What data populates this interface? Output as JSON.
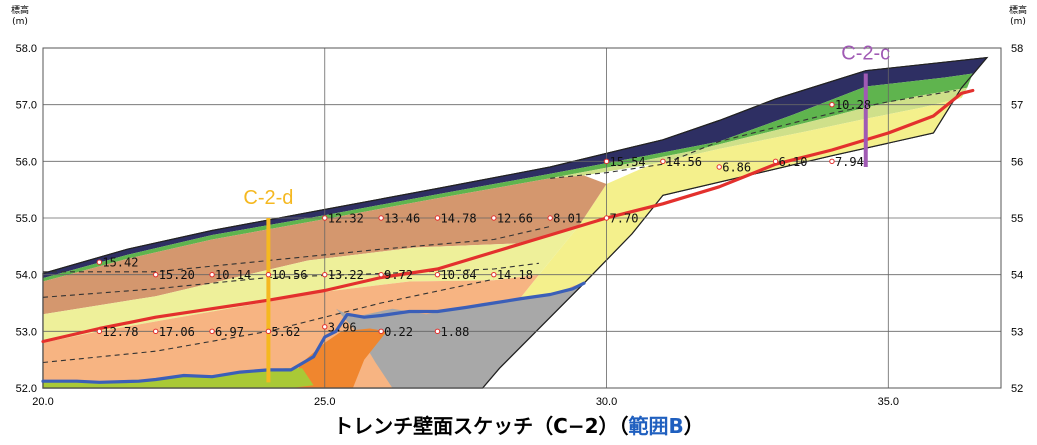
{
  "axis": {
    "y_title_left": "標高",
    "y_unit_left": "(m)",
    "y_title_right": "標高",
    "y_unit_right": "(m)",
    "x_min": 20.0,
    "x_max": 37.0,
    "y_min": 52.0,
    "y_max": 58.0,
    "x_ticks": [
      "20.0",
      "25.0",
      "30.0",
      "35.0"
    ],
    "x_tick_values": [
      20,
      25,
      30,
      35
    ],
    "y_ticks_left": [
      "58.0",
      "57.0",
      "56.0",
      "55.0",
      "54.0",
      "53.0",
      "52.0"
    ],
    "y_ticks_right": [
      "58",
      "57",
      "56",
      "55",
      "54",
      "53",
      "52"
    ],
    "y_tick_values": [
      58,
      57,
      56,
      55,
      54,
      53,
      52
    ]
  },
  "columns": [
    {
      "label": "C-2-d",
      "x": 24.0,
      "y_top": 55.0,
      "y_bottom": 52.1,
      "color": "#f5b820"
    },
    {
      "label": "C-2-c",
      "x": 34.6,
      "y_top": 57.55,
      "y_bottom": 55.9,
      "color": "#a05ab4"
    }
  ],
  "points": [
    {
      "x": 21.0,
      "y": 54.22,
      "label": "15.42"
    },
    {
      "x": 22.0,
      "y": 54.0,
      "label": "15.20"
    },
    {
      "x": 23.0,
      "y": 54.0,
      "label": "10.14"
    },
    {
      "x": 24.0,
      "y": 54.0,
      "label": "10.56"
    },
    {
      "x": 25.0,
      "y": 54.0,
      "label": "13.22"
    },
    {
      "x": 26.0,
      "y": 54.0,
      "label": "9.72"
    },
    {
      "x": 27.0,
      "y": 54.0,
      "label": "10.84"
    },
    {
      "x": 28.0,
      "y": 54.0,
      "label": "14.18"
    },
    {
      "x": 25.0,
      "y": 55.0,
      "label": "12.32"
    },
    {
      "x": 26.0,
      "y": 55.0,
      "label": "13.46"
    },
    {
      "x": 27.0,
      "y": 55.0,
      "label": "14.78"
    },
    {
      "x": 28.0,
      "y": 55.0,
      "label": "12.66"
    },
    {
      "x": 29.0,
      "y": 55.0,
      "label": "8.01"
    },
    {
      "x": 30.0,
      "y": 55.0,
      "label": "7.70"
    },
    {
      "x": 30.0,
      "y": 56.0,
      "label": "15.54"
    },
    {
      "x": 31.0,
      "y": 56.0,
      "label": "14.56"
    },
    {
      "x": 32.0,
      "y": 55.9,
      "label": "6.86"
    },
    {
      "x": 33.0,
      "y": 56.0,
      "label": "6.10"
    },
    {
      "x": 34.0,
      "y": 56.0,
      "label": "7.94"
    },
    {
      "x": 34.0,
      "y": 57.0,
      "label": "10.28"
    },
    {
      "x": 21.0,
      "y": 53.0,
      "label": "12.78"
    },
    {
      "x": 22.0,
      "y": 53.0,
      "label": "17.06"
    },
    {
      "x": 23.0,
      "y": 53.0,
      "label": "6.97"
    },
    {
      "x": 24.0,
      "y": 53.0,
      "label": "5.62"
    },
    {
      "x": 25.0,
      "y": 53.08,
      "label": "3.96"
    },
    {
      "x": 26.0,
      "y": 53.0,
      "label": "0.22"
    },
    {
      "x": 27.0,
      "y": 53.0,
      "label": "1.88"
    }
  ],
  "layers": [
    {
      "name": "ground-outline",
      "color": "#ffffff",
      "poly": [
        [
          20,
          52
        ],
        [
          20,
          54.02
        ],
        [
          21.5,
          54.45
        ],
        [
          23,
          54.78
        ],
        [
          25,
          55.15
        ],
        [
          27,
          55.52
        ],
        [
          29,
          55.9
        ],
        [
          31,
          56.38
        ],
        [
          32,
          56.72
        ],
        [
          33,
          57.1
        ],
        [
          34.6,
          57.6
        ],
        [
          36.0,
          57.75
        ],
        [
          36.75,
          57.83
        ],
        [
          36.3,
          57.3
        ],
        [
          35.8,
          56.5
        ],
        [
          34.0,
          56.1
        ],
        [
          31.0,
          55.4
        ],
        [
          30.45,
          54.72
        ],
        [
          29.6,
          53.85
        ],
        [
          28.1,
          52.35
        ],
        [
          27.8,
          52.0
        ]
      ]
    },
    {
      "name": "dark-navy-topsoil",
      "color": "#2e2f63",
      "poly": [
        [
          20,
          54.02
        ],
        [
          21.5,
          54.45
        ],
        [
          23,
          54.78
        ],
        [
          25,
          55.15
        ],
        [
          27,
          55.52
        ],
        [
          29,
          55.9
        ],
        [
          31,
          56.38
        ],
        [
          32,
          56.72
        ],
        [
          33,
          57.1
        ],
        [
          34.6,
          57.6
        ],
        [
          36.0,
          57.75
        ],
        [
          36.75,
          57.83
        ],
        [
          36.5,
          57.55
        ],
        [
          36.0,
          57.48
        ],
        [
          34.6,
          57.32
        ],
        [
          33.3,
          56.82
        ],
        [
          32.0,
          56.35
        ],
        [
          30.7,
          56.1
        ],
        [
          29.0,
          55.78
        ],
        [
          27.0,
          55.42
        ],
        [
          25.0,
          55.05
        ],
        [
          23.0,
          54.7
        ],
        [
          21.5,
          54.35
        ],
        [
          20,
          53.94
        ]
      ]
    },
    {
      "name": "green-layer",
      "color": "#5fb44e",
      "poly": [
        [
          20,
          53.94
        ],
        [
          21.5,
          54.35
        ],
        [
          23,
          54.7
        ],
        [
          25,
          55.05
        ],
        [
          27,
          55.42
        ],
        [
          29,
          55.78
        ],
        [
          30.7,
          56.1
        ],
        [
          32.0,
          56.35
        ],
        [
          33.3,
          56.82
        ],
        [
          34.6,
          57.32
        ],
        [
          36.0,
          57.48
        ],
        [
          36.5,
          57.55
        ],
        [
          36.4,
          57.3
        ],
        [
          35.5,
          57.15
        ],
        [
          34.6,
          56.95
        ],
        [
          33.7,
          56.72
        ],
        [
          32.6,
          56.45
        ],
        [
          31.6,
          56.2
        ],
        [
          30.6,
          56.0
        ],
        [
          29.0,
          55.7
        ],
        [
          27,
          55.35
        ],
        [
          25,
          54.98
        ],
        [
          23,
          54.62
        ],
        [
          21.5,
          54.28
        ],
        [
          20,
          53.88
        ]
      ]
    },
    {
      "name": "light-green-layer",
      "color": "#cfe08a",
      "poly": [
        [
          29.0,
          55.7
        ],
        [
          30.6,
          56.0
        ],
        [
          31.6,
          56.2
        ],
        [
          32.6,
          56.45
        ],
        [
          33.7,
          56.72
        ],
        [
          34.6,
          56.95
        ],
        [
          35.5,
          57.15
        ],
        [
          36.4,
          57.3
        ],
        [
          36.3,
          57.12
        ],
        [
          35.6,
          56.95
        ],
        [
          34.6,
          56.75
        ],
        [
          33.5,
          56.52
        ],
        [
          32.0,
          56.22
        ],
        [
          30.8,
          55.95
        ],
        [
          29.6,
          55.75
        ]
      ]
    },
    {
      "name": "yellow-layer",
      "color": "#f4f08c",
      "poly": [
        [
          30.0,
          55.6
        ],
        [
          30.8,
          55.95
        ],
        [
          32.0,
          56.22
        ],
        [
          33.5,
          56.52
        ],
        [
          34.6,
          56.75
        ],
        [
          35.6,
          56.95
        ],
        [
          36.3,
          57.12
        ],
        [
          36.3,
          57.3
        ],
        [
          35.8,
          56.5
        ],
        [
          34.0,
          56.1
        ],
        [
          31.0,
          55.4
        ],
        [
          30.45,
          54.72
        ],
        [
          29.6,
          53.85
        ],
        [
          28.6,
          53.0
        ],
        [
          28.0,
          53.0
        ],
        [
          28.8,
          54.0
        ],
        [
          29.5,
          54.85
        ]
      ]
    },
    {
      "name": "tan-brown-layer",
      "color": "#d4976e",
      "poly": [
        [
          20,
          53.88
        ],
        [
          21.5,
          54.28
        ],
        [
          23,
          54.62
        ],
        [
          25,
          54.98
        ],
        [
          27,
          55.35
        ],
        [
          29.0,
          55.7
        ],
        [
          29.6,
          55.75
        ],
        [
          30.0,
          55.6
        ],
        [
          29.5,
          54.85
        ],
        [
          28.4,
          54.55
        ],
        [
          26.6,
          54.48
        ],
        [
          24.7,
          54.25
        ],
        [
          22.0,
          53.62
        ],
        [
          20,
          53.3
        ]
      ]
    },
    {
      "name": "lower-yellow-band",
      "color": "#eef09a",
      "poly": [
        [
          20,
          53.3
        ],
        [
          22.0,
          53.62
        ],
        [
          24.7,
          54.25
        ],
        [
          26.6,
          54.48
        ],
        [
          28.4,
          54.55
        ],
        [
          29.5,
          54.85
        ],
        [
          28.8,
          54.0
        ],
        [
          28.0,
          53.9
        ],
        [
          26.5,
          53.88
        ],
        [
          25.0,
          53.7
        ],
        [
          23.0,
          53.35
        ],
        [
          21.0,
          53.0
        ],
        [
          20,
          52.8
        ]
      ]
    },
    {
      "name": "salmon-layer",
      "color": "#f7b482",
      "poly": [
        [
          20,
          52.8
        ],
        [
          21.0,
          53.0
        ],
        [
          23.0,
          53.35
        ],
        [
          25.0,
          53.7
        ],
        [
          26.5,
          53.88
        ],
        [
          28.0,
          53.9
        ],
        [
          28.8,
          54.0
        ],
        [
          28.0,
          53.0
        ],
        [
          29.4,
          53.8
        ],
        [
          29.6,
          53.85
        ],
        [
          27.3,
          52.0
        ],
        [
          20,
          52.0
        ]
      ]
    },
    {
      "name": "gray-layer",
      "color": "#a8a8a8",
      "poly": [
        [
          25.2,
          53.4
        ],
        [
          25.5,
          53.25
        ],
        [
          26.2,
          53.4
        ],
        [
          26.8,
          53.3
        ],
        [
          27.3,
          53.4
        ],
        [
          27.8,
          53.5
        ],
        [
          28.3,
          53.55
        ],
        [
          28.7,
          53.6
        ],
        [
          29.2,
          53.7
        ],
        [
          29.5,
          53.8
        ],
        [
          29.6,
          53.85
        ],
        [
          28.1,
          52.35
        ],
        [
          27.8,
          52.0
        ],
        [
          26.2,
          52.0
        ],
        [
          25.9,
          52.45
        ],
        [
          25.6,
          52.95
        ]
      ]
    },
    {
      "name": "orange-layer",
      "color": "#f0862e",
      "poly": [
        [
          24.3,
          52.0
        ],
        [
          24.6,
          52.45
        ],
        [
          25.0,
          52.8
        ],
        [
          25.3,
          53.0
        ],
        [
          25.8,
          53.05
        ],
        [
          26.1,
          53.0
        ],
        [
          25.7,
          52.5
        ],
        [
          25.5,
          52.0
        ]
      ]
    },
    {
      "name": "lime-green-layer",
      "color": "#a9c936",
      "poly": [
        [
          20,
          52.0
        ],
        [
          20,
          52.14
        ],
        [
          21.0,
          52.12
        ],
        [
          21.8,
          52.15
        ],
        [
          22.2,
          52.2
        ],
        [
          23.0,
          52.22
        ],
        [
          23.8,
          52.3
        ],
        [
          24.3,
          52.35
        ],
        [
          24.6,
          52.35
        ],
        [
          24.8,
          52.05
        ],
        [
          24.4,
          52.0
        ]
      ]
    }
  ],
  "lines": [
    {
      "name": "red-boundary-line",
      "color": "#e3302d",
      "width": 3.2,
      "pts": [
        [
          20,
          52.82
        ],
        [
          21.0,
          53.05
        ],
        [
          22.0,
          53.25
        ],
        [
          23.0,
          53.4
        ],
        [
          24.0,
          53.55
        ],
        [
          25.0,
          53.72
        ],
        [
          26.0,
          53.95
        ],
        [
          27.0,
          54.1
        ],
        [
          28.0,
          54.4
        ],
        [
          29.0,
          54.7
        ],
        [
          30.0,
          55.0
        ],
        [
          31.0,
          55.25
        ],
        [
          32.0,
          55.55
        ],
        [
          33.0,
          55.95
        ],
        [
          34.0,
          56.2
        ],
        [
          35.0,
          56.5
        ],
        [
          35.8,
          56.8
        ],
        [
          36.3,
          57.2
        ],
        [
          36.5,
          57.25
        ]
      ]
    },
    {
      "name": "blue-boundary-line",
      "color": "#3b5fb8",
      "width": 3.2,
      "pts": [
        [
          20,
          52.12
        ],
        [
          20.6,
          52.12
        ],
        [
          21.0,
          52.1
        ],
        [
          21.7,
          52.12
        ],
        [
          22.0,
          52.15
        ],
        [
          22.5,
          52.22
        ],
        [
          23.0,
          52.2
        ],
        [
          23.5,
          52.28
        ],
        [
          24.0,
          52.32
        ],
        [
          24.4,
          52.32
        ],
        [
          24.8,
          52.55
        ],
        [
          25.0,
          52.9
        ],
        [
          25.2,
          53.0
        ],
        [
          25.4,
          53.3
        ],
        [
          25.7,
          53.25
        ],
        [
          26.0,
          53.28
        ],
        [
          26.5,
          53.35
        ],
        [
          27.0,
          53.35
        ],
        [
          27.5,
          53.42
        ],
        [
          28.0,
          53.5
        ],
        [
          28.5,
          53.58
        ],
        [
          29.0,
          53.65
        ],
        [
          29.4,
          53.75
        ],
        [
          29.6,
          53.85
        ]
      ]
    }
  ],
  "dashed": [
    {
      "name": "dashed-contact-upper",
      "pts": [
        [
          20,
          54.05
        ],
        [
          22.0,
          54.05
        ],
        [
          24.0,
          54.25
        ],
        [
          26.0,
          54.45
        ],
        [
          28.0,
          54.62
        ],
        [
          29.0,
          54.85
        ]
      ]
    },
    {
      "name": "dashed-contact-middle",
      "pts": [
        [
          20,
          53.6
        ],
        [
          22.0,
          53.75
        ],
        [
          24.0,
          53.95
        ],
        [
          26.0,
          54.02
        ],
        [
          28.0,
          54.1
        ],
        [
          28.8,
          54.2
        ]
      ]
    },
    {
      "name": "dashed-contact-lower",
      "pts": [
        [
          20,
          52.45
        ],
        [
          22.0,
          52.65
        ],
        [
          24.0,
          53.0
        ],
        [
          26.0,
          53.5
        ],
        [
          28.0,
          53.92
        ]
      ]
    },
    {
      "name": "dashed-contact-top-right",
      "pts": [
        [
          29.0,
          55.7
        ],
        [
          30.0,
          55.8
        ],
        [
          31.0,
          55.95
        ],
        [
          32.0,
          56.35
        ],
        [
          33.0,
          56.6
        ],
        [
          34.0,
          56.85
        ],
        [
          35.0,
          57.05
        ],
        [
          36.2,
          57.25
        ]
      ]
    }
  ],
  "caption": {
    "main": "トレンチ壁面スケッチ（C−2）（",
    "highlight": "範囲B",
    "end": "）"
  }
}
